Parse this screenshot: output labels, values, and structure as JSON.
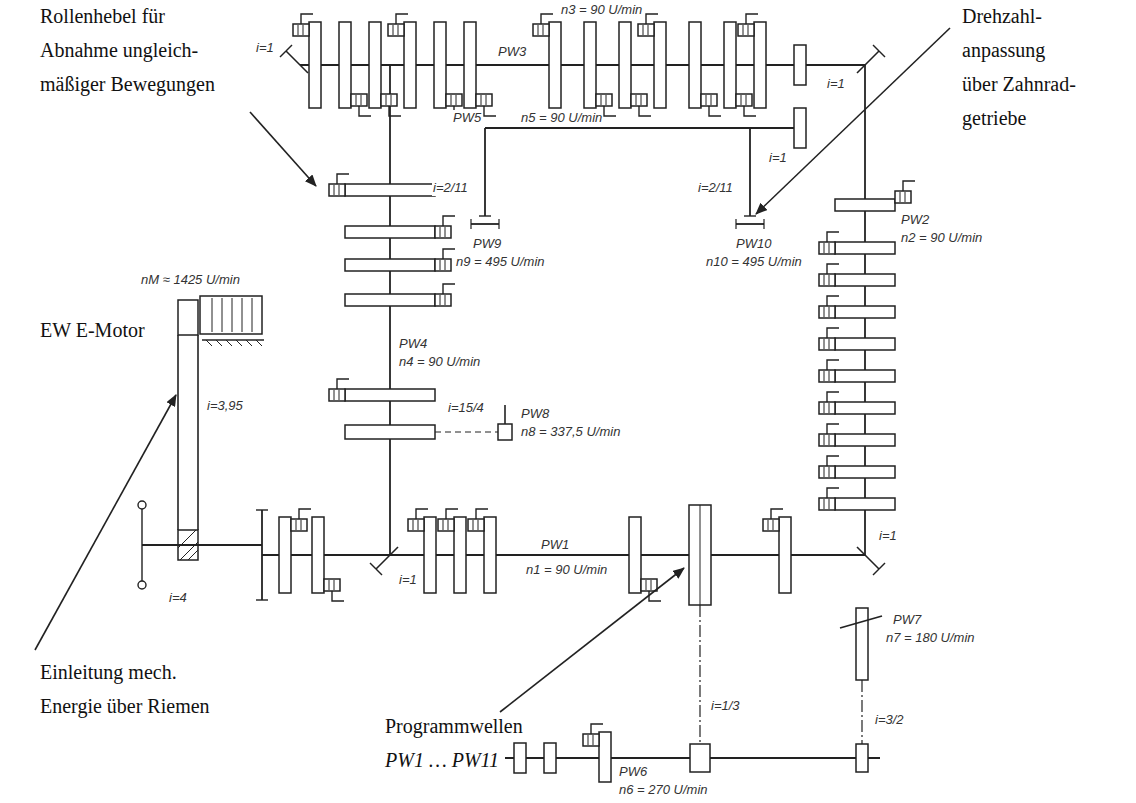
{
  "diagram": {
    "labels": [
      "Rollenhebel für",
      "Abnahme ungleich-",
      "mäßiger Bewegungen",
      "n3 = 90 U/min",
      "Drehzahl-",
      "anpassung",
      "über Zahnrad-",
      "getriebe",
      "i=1",
      "PW3",
      "i=1",
      "PW5",
      "n5 = 90 U/min",
      "i=1",
      "i=2/11",
      "i=2/11",
      "PW2",
      "n2 = 90 U/min",
      "PW9",
      "n9 = 495 U/min",
      "PW10",
      "n10 = 495 U/min",
      "nM ≈ 1425 U/min",
      "EW E-Motor",
      "PW4",
      "n4 = 90 U/min",
      "i=3,95",
      "i=15/4",
      "PW8",
      "n8 = 337,5 U/min",
      "i=1",
      "PW1",
      "i=1",
      "n1 = 90 U/min",
      "i=4",
      "PW7",
      "n7 = 180 U/min",
      "Einleitung mech.",
      "Energie über Riemen",
      "i=1/3",
      "Programmwellen",
      "i=3/2",
      "PW1 … PW11",
      "PW6",
      "n6 = 270 U/min"
    ]
  }
}
